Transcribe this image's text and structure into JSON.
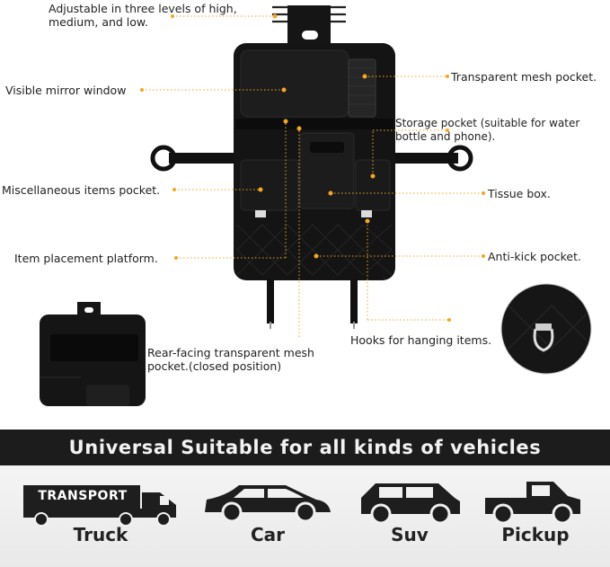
{
  "labels": {
    "adjustable": "Adjustable in three levels of high, medium, and low.",
    "mirror": "Visible mirror window",
    "misc": "Miscellaneous items pocket.",
    "platform": "Item placement platform.",
    "rear_mesh": "Rear-facing transparent mesh pocket.(closed position)",
    "mesh_pocket": "Transparent mesh pocket.",
    "storage": "Storage pocket (suitable for water bottle and phone).",
    "tissue": "Tissue box.",
    "antikick": "Anti-kick pocket.",
    "hooks": "Hooks for hanging items."
  },
  "banner": {
    "text": "Universal Suitable for all kinds of vehicles"
  },
  "vehicles": [
    {
      "name": "Truck",
      "icon": "truck-icon",
      "badge": "TRANSPORT"
    },
    {
      "name": "Car",
      "icon": "car-icon"
    },
    {
      "name": "Suv",
      "icon": "suv-icon"
    },
    {
      "name": "Pickup",
      "icon": "pickup-icon"
    }
  ],
  "colors": {
    "accent_dot": "#f5a623",
    "product": "#141414",
    "banner": "#1c1c1c"
  }
}
